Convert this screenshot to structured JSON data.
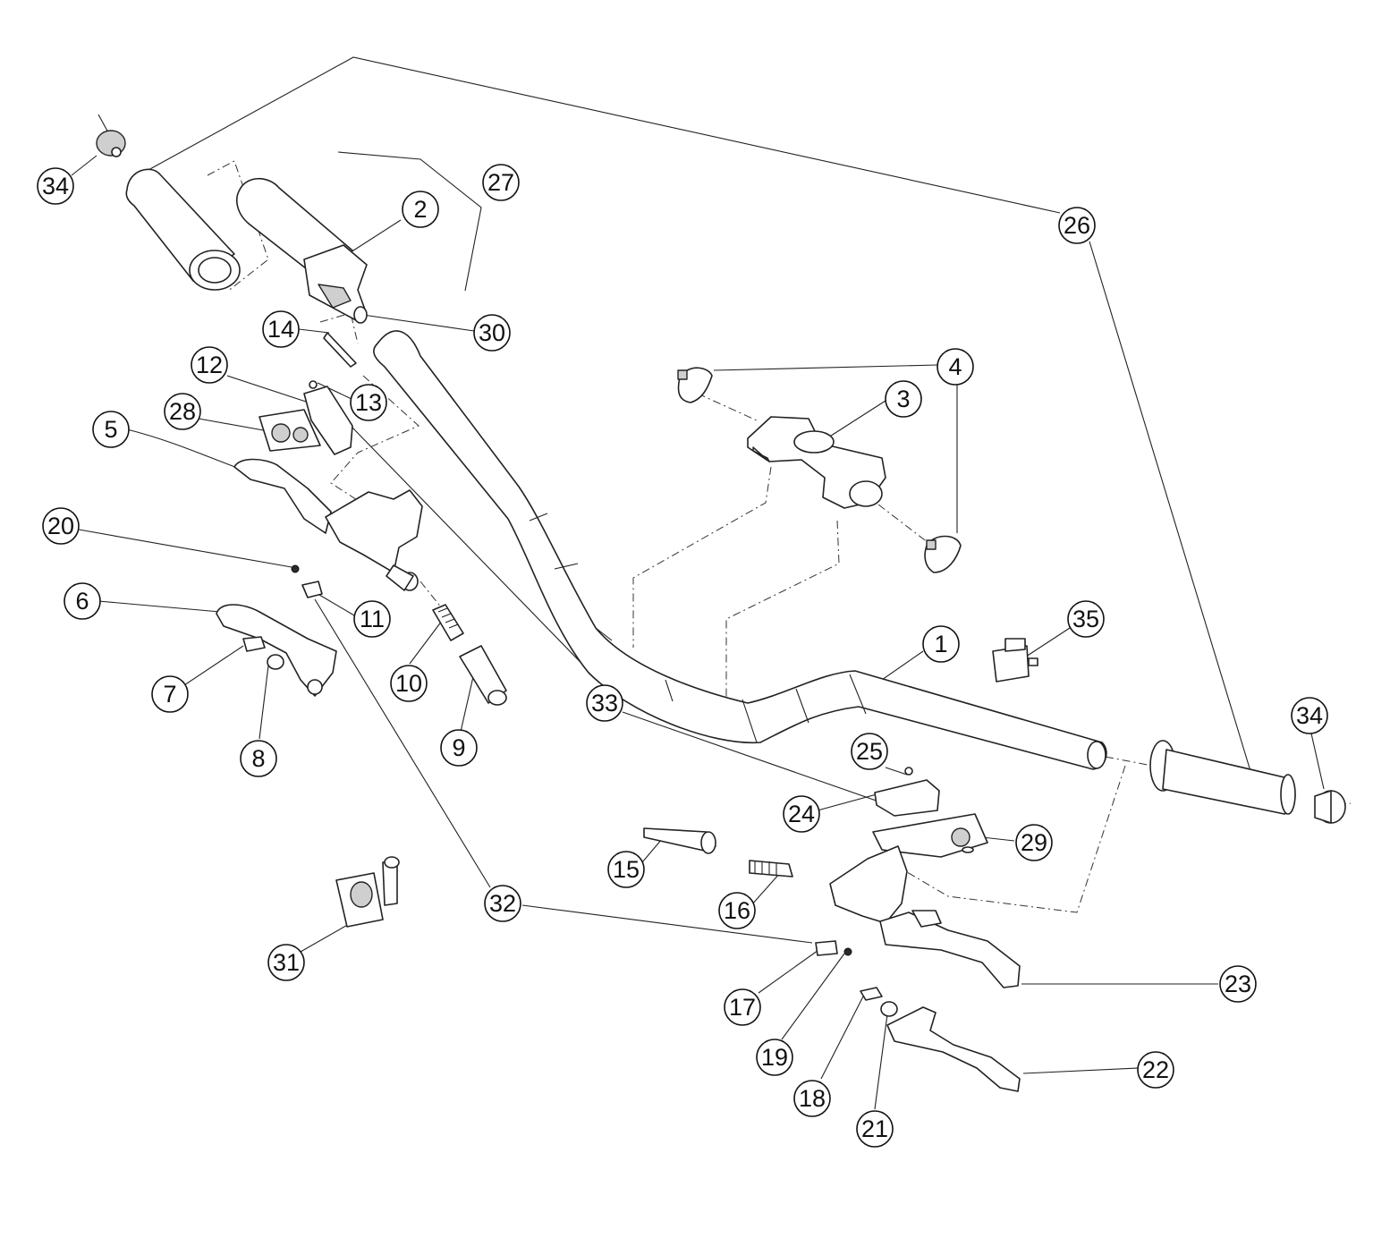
{
  "callouts": [
    "1",
    "2",
    "3",
    "4",
    "5",
    "6",
    "7",
    "8",
    "9",
    "10",
    "11",
    "12",
    "13",
    "14",
    "15",
    "16",
    "17",
    "18",
    "19",
    "20",
    "21",
    "22",
    "23",
    "24",
    "25",
    "26",
    "27",
    "28",
    "29",
    "30",
    "31",
    "32",
    "33",
    "34",
    "34",
    "35"
  ]
}
